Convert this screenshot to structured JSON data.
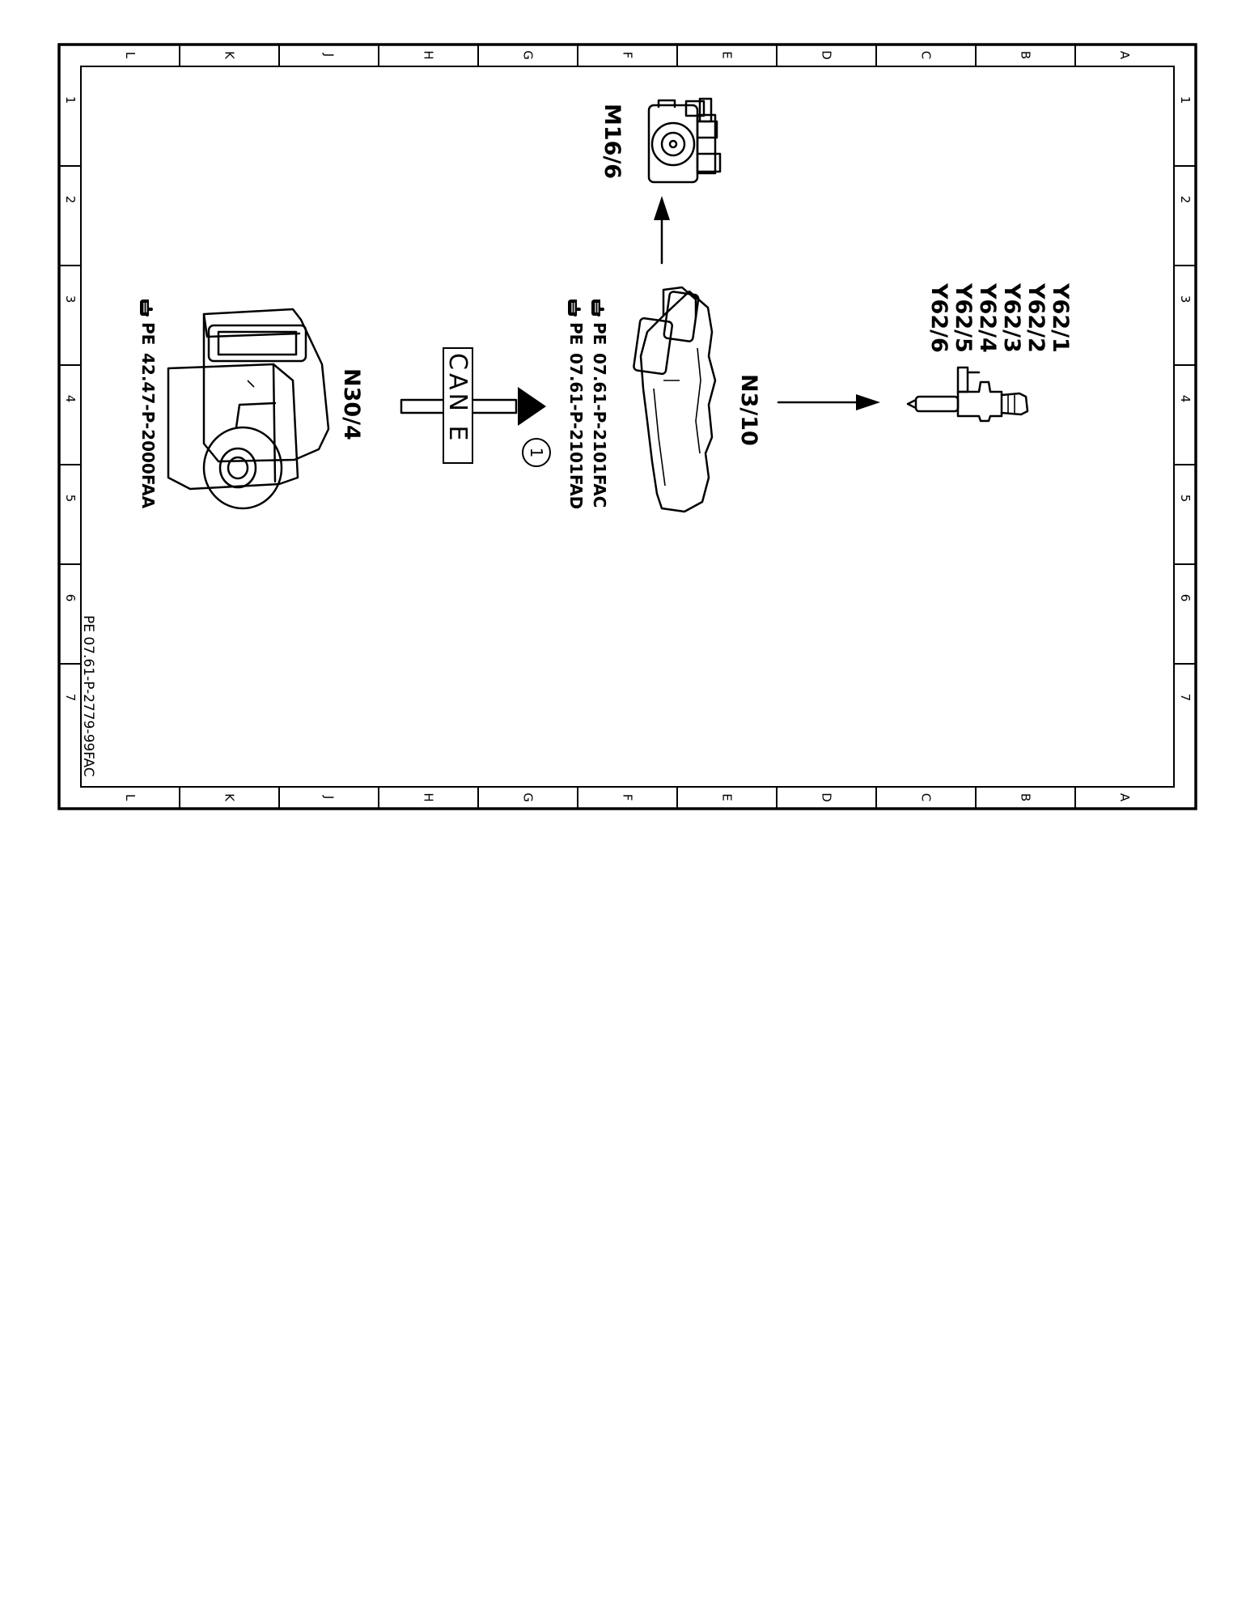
{
  "frame": {
    "columns": [
      "L",
      "K",
      "J",
      "H",
      "G",
      "F",
      "E",
      "D",
      "C",
      "B",
      "A"
    ],
    "rows": [
      "1",
      "2",
      "3",
      "4",
      "5",
      "6",
      "7"
    ],
    "footer_code": "PE 07.61-P-2779-99FAC"
  },
  "components": {
    "throttle": {
      "label": "M16/6",
      "icon": "throttle-body-icon"
    },
    "ecu": {
      "label": "N3/10",
      "icon": "engine-control-unit-icon"
    },
    "esp": {
      "label": "N30/4",
      "icon": "esp-control-unit-icon"
    },
    "injector": {
      "icon": "fuel-injector-icon"
    }
  },
  "injectors": [
    "Y62/1",
    "Y62/2",
    "Y62/3",
    "Y62/4",
    "Y62/5",
    "Y62/6"
  ],
  "bus": {
    "label": "CAN E",
    "marker": "1"
  },
  "references": {
    "ecu_refs": [
      {
        "prefix": "PE",
        "code": "07.61-P-2101FAC"
      },
      {
        "prefix": "PE",
        "code": "07.61-P-2101FAD"
      }
    ],
    "esp_ref": {
      "prefix": "PE",
      "code": "42.47-P-2000FAA"
    }
  },
  "icons": {
    "reference": "hand-pointer-icon"
  }
}
